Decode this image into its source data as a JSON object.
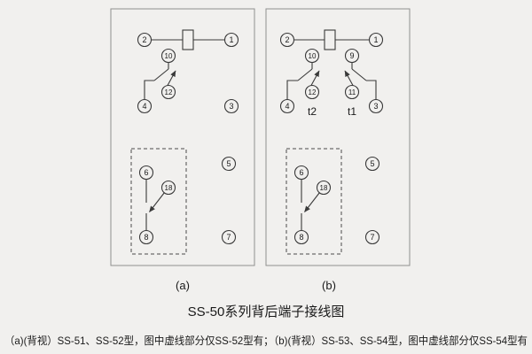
{
  "caption": "SS-50系列背后端子接线图",
  "footnote": "（a)(背视）SS-51、SS-52型，图中虚线部分仅SS-52型有；（b)(背视）SS-53、SS-54型，图中虚线部分仅SS-54型有",
  "panel_a": {
    "label": "(a)",
    "terminals": {
      "n1": "1",
      "n2": "2",
      "n3": "3",
      "n4": "4",
      "n5": "5",
      "n6": "6",
      "n7": "7",
      "n8": "8",
      "n10": "10",
      "n12": "12",
      "n18": "18"
    }
  },
  "panel_b": {
    "label": "(b)",
    "contact_time_labels": {
      "t2": "t2",
      "t1": "t1"
    },
    "terminals": {
      "n1": "1",
      "n2": "2",
      "n3": "3",
      "n4": "4",
      "n5": "5",
      "n6": "6",
      "n7": "7",
      "n8": "8",
      "n9": "9",
      "n10": "10",
      "n11": "11",
      "n12": "12",
      "n18": "18"
    }
  },
  "colors": {
    "background": "#f1f0ee",
    "line": "#3a3a3a",
    "panel_border": "#8f8f8f",
    "text": "#1a1a1a"
  }
}
